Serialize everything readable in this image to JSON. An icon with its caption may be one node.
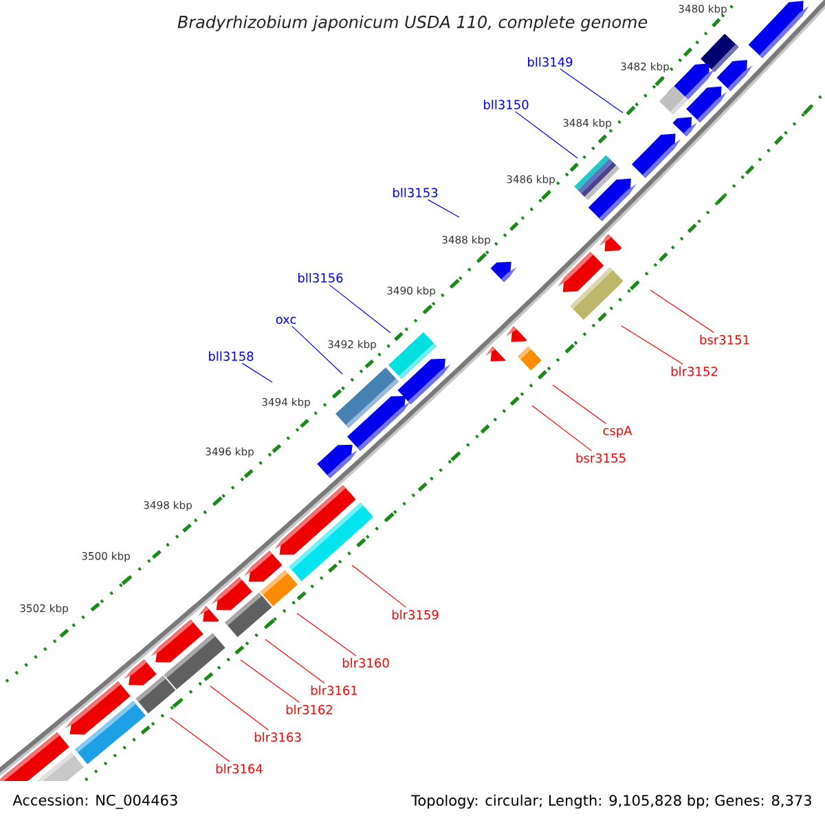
{
  "diagram": {
    "title": "Bradyrhizobium japonicum USDA 110, complete genome",
    "nodes": [
      {
        "text": [
          "bll3149"
        ]
      },
      {
        "text": [
          "bll3150"
        ]
      },
      {
        "text": [
          "bll3153"
        ]
      },
      {
        "text": [
          "bll3156"
        ]
      },
      {
        "text": [
          "oxc"
        ]
      },
      {
        "text": [
          "bsr3151"
        ]
      },
      {
        "text": [
          "bll3158"
        ]
      },
      {
        "text": [
          "blr3152"
        ]
      },
      {
        "text": [
          "cspA"
        ]
      },
      {
        "text": [
          "bsr3155"
        ]
      },
      {
        "text": [
          "blr3159"
        ]
      },
      {
        "text": [
          "blr3160"
        ]
      },
      {
        "text": [
          "blr3161"
        ]
      },
      {
        "text": [
          "blr3162"
        ]
      },
      {
        "text": [
          "blr3163"
        ]
      },
      {
        "text": [
          "blr3164"
        ]
      }
    ],
    "edges": [
      {
        "from": 0,
        "to": null,
        "arrow": "none",
        "color": "#0000ff"
      },
      {
        "from": 1,
        "to": null,
        "arrow": "none",
        "color": "#0000ff"
      },
      {
        "from": 2,
        "to": null,
        "arrow": "none",
        "color": "#0000ff"
      },
      {
        "from": 3,
        "to": null,
        "arrow": "none",
        "color": "#0000ff"
      },
      {
        "from": 4,
        "to": null,
        "arrow": "none",
        "color": "#0000ff"
      },
      {
        "from": 5,
        "to": null,
        "arrow": "none",
        "color": "#ff0000"
      },
      {
        "from": 6,
        "to": null,
        "arrow": "none",
        "color": "#0000ff"
      },
      {
        "from": 7,
        "to": null,
        "arrow": "none",
        "color": "#ff0000"
      },
      {
        "from": 8,
        "to": null,
        "arrow": "none",
        "color": "#ff0000"
      },
      {
        "from": 9,
        "to": null,
        "arrow": "none",
        "color": "#ff0000"
      },
      {
        "from": 10,
        "to": null,
        "arrow": "none",
        "color": "#ff0000"
      },
      {
        "from": 11,
        "to": null,
        "arrow": "none",
        "color": "#ff0000"
      },
      {
        "from": 12,
        "to": null,
        "arrow": "none",
        "color": "#ff0000"
      },
      {
        "from": 13,
        "to": null,
        "arrow": "none",
        "color": "#ff0000"
      },
      {
        "from": 14,
        "to": null,
        "arrow": "none",
        "color": "#ff0000"
      },
      {
        "from": 15,
        "to": null,
        "arrow": "none",
        "color": "#ff0000"
      }
    ],
    "labels": [
      "3480 kbp",
      "3482 kbp",
      "3484 kbp",
      "3486 kbp",
      "3488 kbp",
      "3490 kbp",
      "3492 kbp",
      "3494 kbp",
      "3496 kbp",
      "3498 kbp",
      "3500 kbp",
      "3502 kbp",
      "Accession: NC_004463",
      "Topology: circular; Length: 9,105,828 bp; Genes: 8,373"
    ]
  }
}
